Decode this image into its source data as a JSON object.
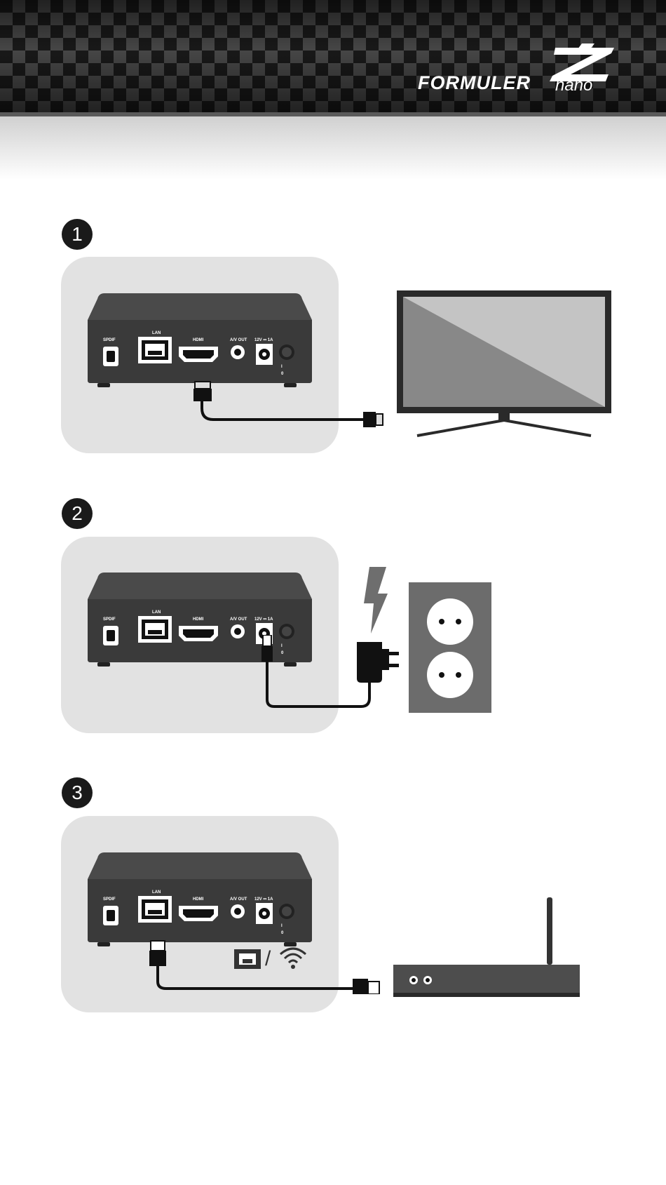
{
  "brand": {
    "name": "FORMULER",
    "model": "nano",
    "logo_letter": "Z"
  },
  "steps": [
    {
      "number": "1",
      "connection": "HDMI",
      "target": "TV"
    },
    {
      "number": "2",
      "connection": "12V ⎓ 1A",
      "target": "power outlet"
    },
    {
      "number": "3",
      "connection": "LAN",
      "target": "router"
    }
  ],
  "device_ports": {
    "spdif": "SPDIF",
    "lan": "LAN",
    "hdmi": "HDMI",
    "av_out": "A/V OUT",
    "power": "12V ⎓ 1A",
    "switch_on": "I",
    "switch_off": "0"
  },
  "icons": {
    "step3_options": [
      "ethernet-port-icon",
      "wifi-icon"
    ],
    "step3_separator": "/"
  },
  "colors": {
    "panel": "#e2e2e2",
    "device": "#3c3c3c",
    "header": "#1a1a1a"
  }
}
